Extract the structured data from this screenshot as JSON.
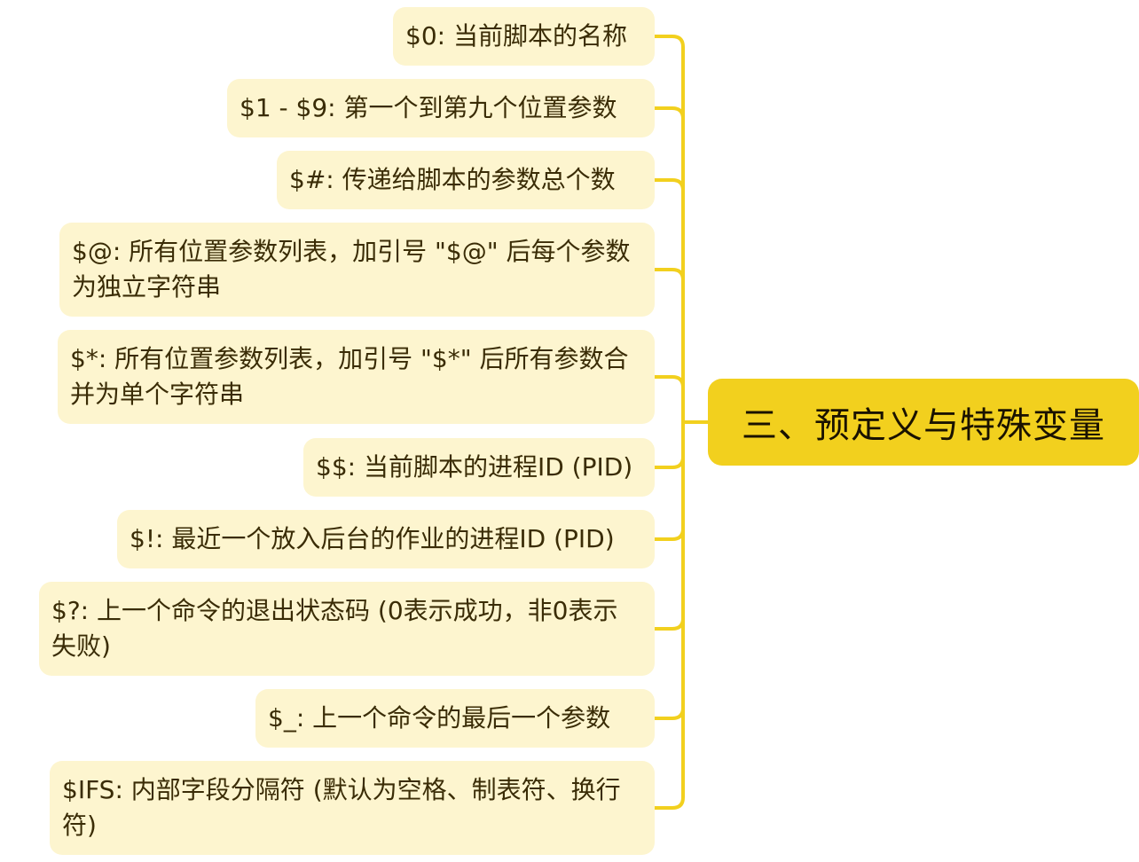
{
  "root": {
    "label": "三、预定义与特殊变量"
  },
  "children": [
    {
      "label": "$0: 当前脚本的名称"
    },
    {
      "label": "$1 - $9: 第一个到第九个位置参数"
    },
    {
      "label": "$#: 传递给脚本的参数总个数"
    },
    {
      "label": "$@: 所有位置参数列表，加引号 \"$@\" 后每个参数为独立字符串"
    },
    {
      "label": "$*: 所有位置参数列表，加引号 \"$*\" 后所有参数合并为单个字符串"
    },
    {
      "label": "$$: 当前脚本的进程ID (PID)"
    },
    {
      "label": "$!: 最近一个放入后台的作业的进程ID (PID)"
    },
    {
      "label": "$?: 上一个命令的退出状态码 (0表示成功，非0表示失败)"
    },
    {
      "label": "$_: 上一个命令的最后一个参数"
    },
    {
      "label": "$IFS: 内部字段分隔符 (默认为空格、制表符、换行符)"
    }
  ],
  "colors": {
    "root_fill": "#f2d01e",
    "child_fill": "#fdf5cf",
    "connector": "#f2d01e",
    "text": "#3a2c06"
  }
}
